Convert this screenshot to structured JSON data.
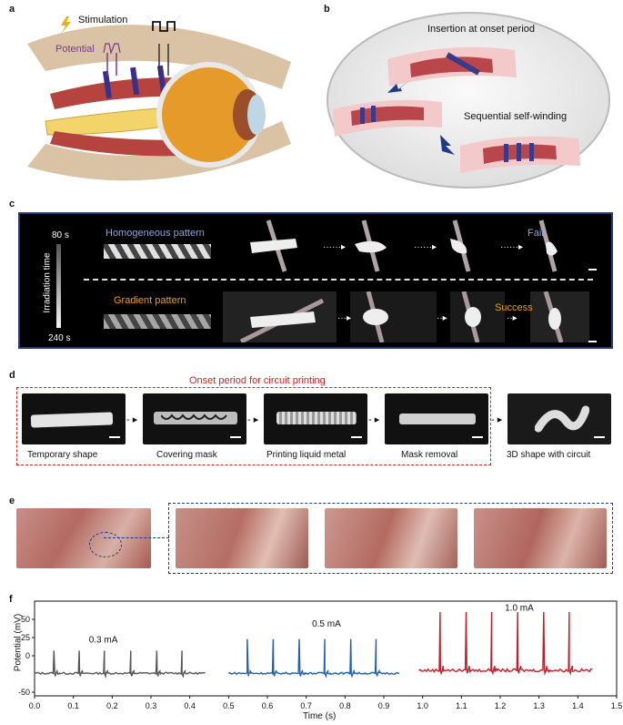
{
  "panels": {
    "a": {
      "letter": "a",
      "stimulation": "Stimulation",
      "potential": "Potential"
    },
    "b": {
      "letter": "b",
      "insertion": "Insertion at onset period",
      "winding": "Sequential self-winding"
    },
    "c": {
      "letter": "c",
      "irradiation_time": "Irradiation time",
      "t_top": "80 s",
      "t_bottom": "240 s",
      "homogeneous": "Homogeneous pattern",
      "gradient": "Gradient pattern",
      "fail": "Fail",
      "success": "Success"
    },
    "d": {
      "letter": "d",
      "onset": "Onset period for circuit printing",
      "steps": [
        "Temporary shape",
        "Covering mask",
        "Printing liquid metal",
        "Mask removal",
        "3D shape with circuit"
      ]
    },
    "e": {
      "letter": "e"
    },
    "f": {
      "letter": "f"
    }
  },
  "colors": {
    "panel_c_border": "#2a3b7a",
    "panel_d_border": "#d42020",
    "panel_e_border": "#2a3b7a",
    "homogeneous_label": "#8fa4d8",
    "gradient_label": "#e8a20c",
    "fail_label": "#8fa4d8",
    "success_label": "#e8a20c",
    "potential_label": "#7a3a8c"
  },
  "chart_data": {
    "type": "line",
    "xlabel": "Time (s)",
    "ylabel": "Potential (mV)",
    "xlim": [
      0.0,
      1.5
    ],
    "ylim": [
      -55,
      75
    ],
    "xticks": [
      "0.0",
      "0.1",
      "0.2",
      "0.3",
      "0.4",
      "0.5",
      "0.6",
      "0.7",
      "0.8",
      "0.9",
      "1.0",
      "1.1",
      "1.2",
      "1.3",
      "1.4",
      "1.5"
    ],
    "yticks": [
      "-50",
      "0",
      "25",
      "50"
    ],
    "series": [
      {
        "name": "0.3 mA",
        "color": "#555555",
        "x_start": 0.0,
        "x_end": 0.44,
        "baseline": -24,
        "spike_times": [
          0.05,
          0.115,
          0.18,
          0.248,
          0.315,
          0.38
        ],
        "spike_peak": 7
      },
      {
        "name": "0.5 mA",
        "color": "#1f5fb0",
        "x_start": 0.5,
        "x_end": 0.94,
        "baseline": -24,
        "spike_times": [
          0.548,
          0.615,
          0.682,
          0.748,
          0.815,
          0.88
        ],
        "spike_peak": 23
      },
      {
        "name": "1.0 mA",
        "color": "#c0202a",
        "x_start": 0.99,
        "x_end": 1.44,
        "baseline": -20,
        "spike_times": [
          1.045,
          1.112,
          1.178,
          1.245,
          1.312,
          1.378
        ],
        "spike_peak": 60
      }
    ]
  }
}
